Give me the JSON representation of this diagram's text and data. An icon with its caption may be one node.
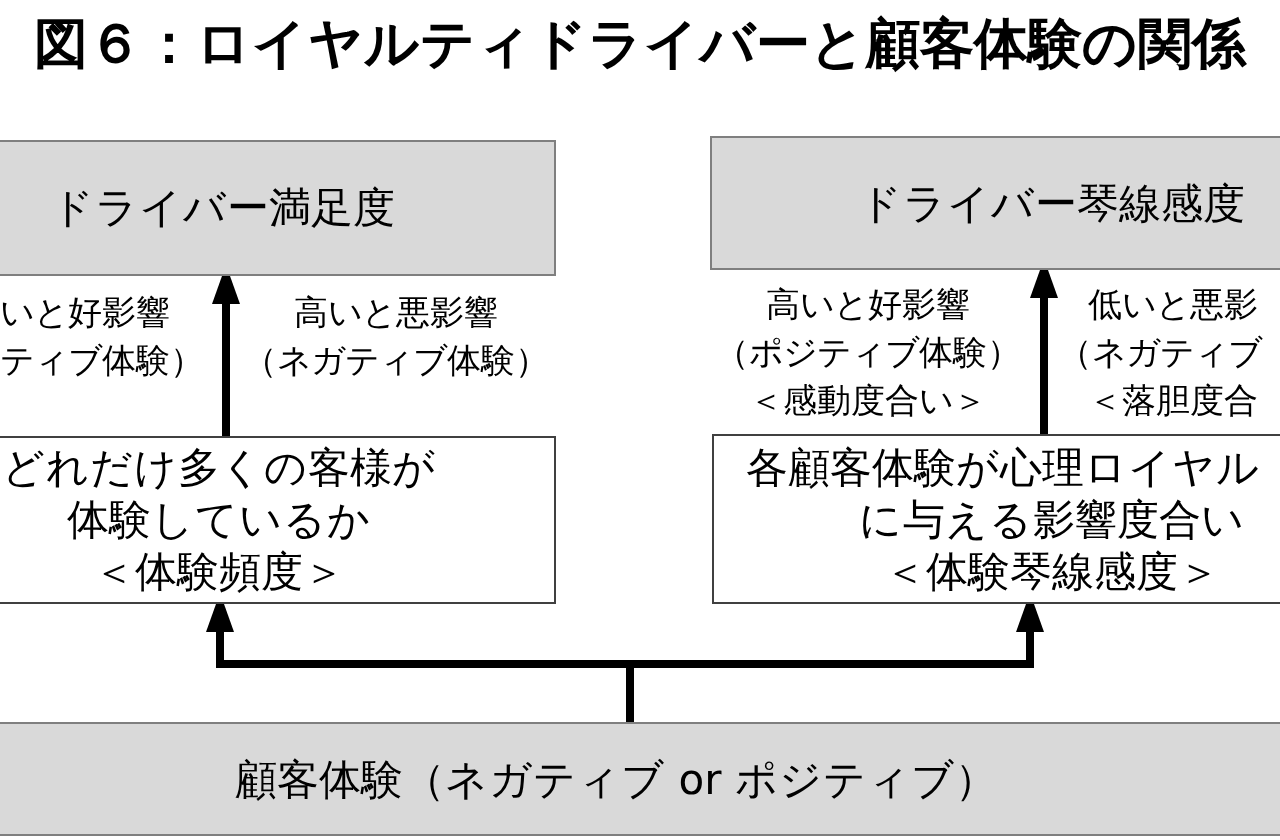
{
  "diagram": {
    "title": "図６：ロイヤルティドライバーと顧客体験の関係",
    "nodes": [
      {
        "text": [
          "ドライバー満足度"
        ]
      },
      {
        "text": [
          "ドライバー琴線感度"
        ]
      },
      {
        "text": [
          "どれだけ多くの客様が体験しているか",
          "＜体験頻度＞"
        ]
      },
      {
        "text": [
          "各顧客体験が心理ロイヤル",
          "に与える影響度合い",
          "＜体験琴線感度＞"
        ]
      },
      {
        "text": [
          "顧客体験（ネガティブ or ポジティブ）"
        ]
      }
    ],
    "edges": [
      {
        "from": 2,
        "to": 0,
        "arrow": "to"
      },
      {
        "from": 3,
        "to": 1,
        "arrow": "to"
      },
      {
        "from": 4,
        "to": 2,
        "arrow": "to"
      },
      {
        "from": 4,
        "to": 3,
        "arrow": "to"
      }
    ],
    "labels": [
      "いと好影響",
      "ティブ体験）",
      "高いと悪影響（ネガティブ体験）",
      "高いと好影響（ポジティブ体験）＜感動度合い＞",
      "低いと悪影",
      "（ネガティブ",
      "＜落胆度合"
    ]
  }
}
